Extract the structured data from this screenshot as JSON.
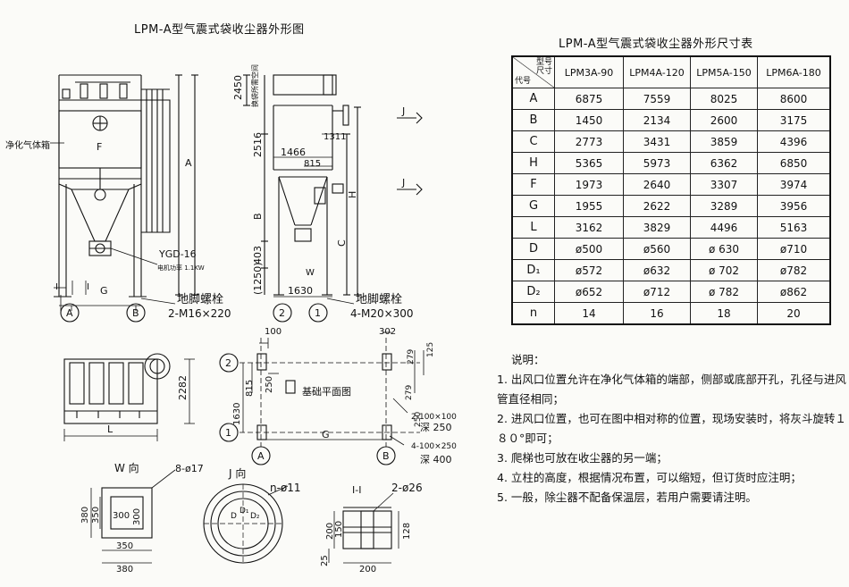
{
  "drawing": {
    "title": "LPM-A型气震式袋收尘器外形图",
    "labels": {
      "clean_box": "净化气体箱",
      "F": "F",
      "A": "A",
      "B": "B",
      "C": "C",
      "H": "H",
      "G": "G",
      "L": "L",
      "W": "W",
      "J": "J",
      "I": "I",
      "motor_model": "YGD-16",
      "motor_power": "电机功率 1.1KW",
      "anchor_bolt": "地脚螺栓",
      "bolt_left": "2-M16×220",
      "bolt_right": "4-M20×300",
      "axis_A": "A",
      "axis_B": "B",
      "axis_1": "1",
      "axis_2": "2",
      "dim_2450": "2450",
      "dim_space": "换袋所需空间",
      "dim_2516": "2516",
      "dim_1466": "1466",
      "dim_815": "815",
      "dim_1311": "1311",
      "dim_1250": "(1250)",
      "dim_403": "403",
      "dim_1630": "1630",
      "dim_2282": "2282",
      "foundation": "基础平面图",
      "dim_100": "100",
      "dim_302": "302",
      "dim_279a": "279",
      "dim_125": "125",
      "dim_250a": "250",
      "dim_815b": "815",
      "dim_1630b": "1630",
      "dim_279b": "279",
      "dim_250b": "250",
      "hole_small": "2-100×100",
      "depth_small": "深 250",
      "hole_large": "4-100×250",
      "depth_large": "深 400",
      "w_view": "W 向",
      "w_holes": "8-ø17",
      "w_380": "380",
      "w_350": "350",
      "w_300a": "300",
      "w_300b": "300",
      "w_350b": "350",
      "w_380b": "380",
      "j_view": "J 向",
      "j_holes": "n-ø11",
      "j_D": "D",
      "j_D1": "D₁",
      "j_D2": "D₂",
      "i_view": "I-I",
      "i_holes": "2-ø26",
      "i_200": "200",
      "i_150": "150",
      "i_128": "128",
      "i_25": "25",
      "i_200b": "200"
    }
  },
  "table": {
    "title": "LPM-A型气震式袋收尘器外形尺寸表",
    "corner_top": "型号",
    "corner_top2": "尺寸",
    "corner_bottom": "代号",
    "models": [
      "LPM3A-90",
      "LPM4A-120",
      "LPM5A-150",
      "LPM6A-180"
    ],
    "rows": [
      {
        "code": "A",
        "values": [
          "6875",
          "7559",
          "8025",
          "8600"
        ]
      },
      {
        "code": "B",
        "values": [
          "1450",
          "2134",
          "2600",
          "3175"
        ]
      },
      {
        "code": "C",
        "values": [
          "2773",
          "3431",
          "3859",
          "4396"
        ]
      },
      {
        "code": "H",
        "values": [
          "5365",
          "5973",
          "6362",
          "6850"
        ]
      },
      {
        "code": "F",
        "values": [
          "1973",
          "2640",
          "3307",
          "3974"
        ]
      },
      {
        "code": "G",
        "values": [
          "1955",
          "2622",
          "3289",
          "3956"
        ]
      },
      {
        "code": "L",
        "values": [
          "3162",
          "3829",
          "4496",
          "5163"
        ]
      },
      {
        "code": "D",
        "values": [
          "ø500",
          "ø560",
          "ø 630",
          "ø710"
        ]
      },
      {
        "code": "D₁",
        "values": [
          "ø572",
          "ø632",
          "ø 702",
          "ø782"
        ]
      },
      {
        "code": "D₂",
        "values": [
          "ø652",
          "ø712",
          "ø 782",
          "ø862"
        ]
      },
      {
        "code": "n",
        "values": [
          "14",
          "16",
          "18",
          "20"
        ]
      }
    ]
  },
  "notes": {
    "title": "说明：",
    "items": [
      "1. 出风口位置允许在净化气体箱的端部，侧部或底部开孔，孔径与进风管直径相同；",
      "2. 进风口位置，也可在图中相对称的位置，现场安装时，将灰斗旋转１８０°即可；",
      "3. 爬梯也可放在收尘器的另一端；",
      "4. 立柱的高度，根据情况布置，可以缩短，但订货时应注明；",
      "5. 一般，除尘器不配备保温层，若用户需要请注明。"
    ]
  }
}
